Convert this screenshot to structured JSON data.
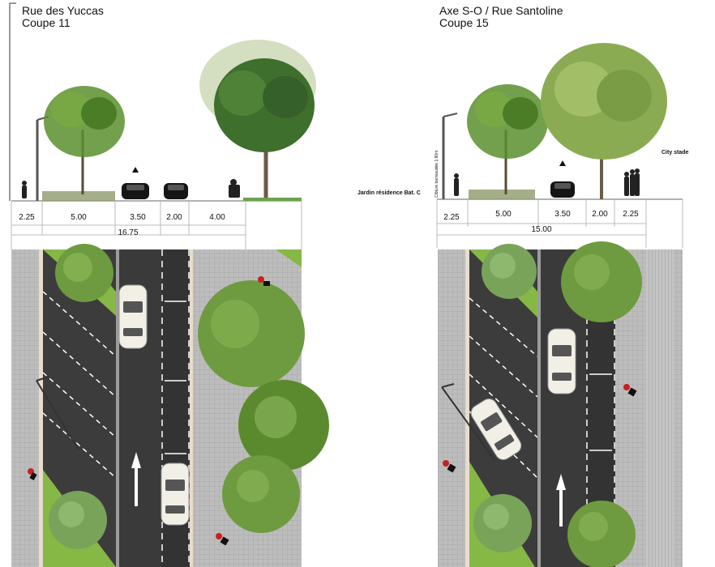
{
  "left": {
    "title": "Rue des Yuccas",
    "subtitle": "Coupe 11",
    "dims": [
      "2.25",
      "5.00",
      "3.50",
      "2.00",
      "4.00"
    ],
    "total": "16.75"
  },
  "right": {
    "title": "Axe S-O / Rue Santoline",
    "subtitle": "Coupe 15",
    "dims": [
      "2.25",
      "5.00",
      "3.50",
      "2.00",
      "2.25"
    ],
    "total": "15.00",
    "label_city": "City stade",
    "label_vertical": "Clôture barreaudée 1.80m"
  },
  "middle": {
    "label_jardin": "Jardin résidence Bat. C"
  },
  "colors": {
    "asphalt": "#3a3a3a",
    "sidewalk": "#b9b9b9",
    "grass": "#8dbb4c",
    "tree": "#7fa84a",
    "markings": "#ffffff"
  }
}
